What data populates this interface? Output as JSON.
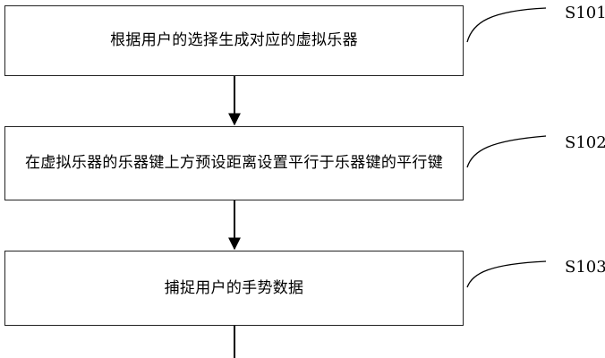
{
  "flowchart": {
    "steps": [
      {
        "label": "S101",
        "text": "根据用户的选择生成对应的虚拟乐器"
      },
      {
        "label": "S102",
        "text": "在虚拟乐器的乐器键上方预设距离设置平行于乐器键的平行键"
      },
      {
        "label": "S103",
        "text": "捕捉用户的手势数据"
      }
    ]
  }
}
